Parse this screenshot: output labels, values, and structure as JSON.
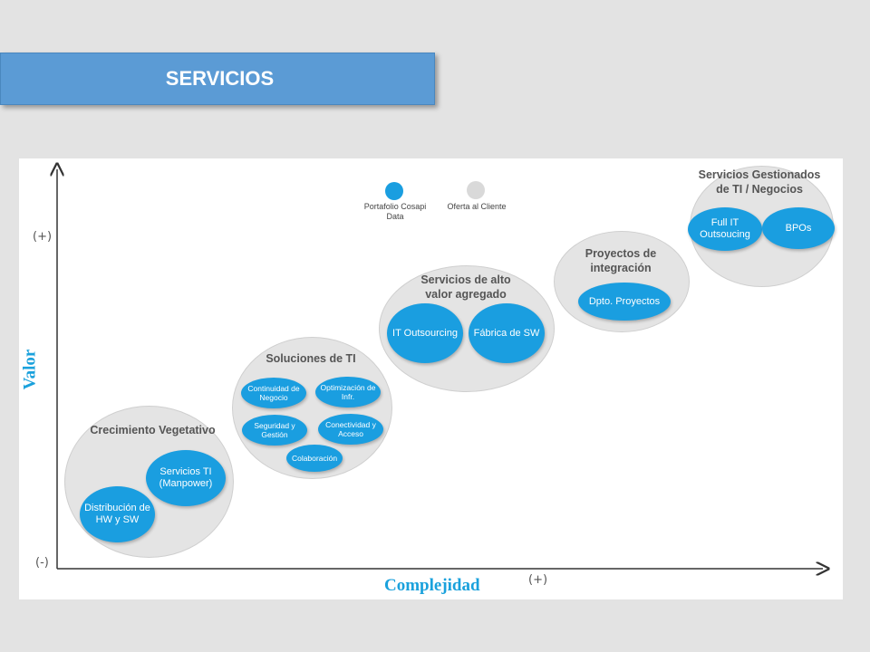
{
  "header": {
    "title": "SERVICIOS"
  },
  "axes": {
    "y_label": "Valor",
    "x_label": "Complejidad",
    "y_high": "(+)",
    "y_low": "(-)",
    "x_high": "(+)"
  },
  "legend": {
    "portfolio": {
      "label": "Portafolio Cosapi Data",
      "color": "#1a9ee0"
    },
    "client": {
      "label": "Oferta al Cliente",
      "color": "#d9d9d9"
    }
  },
  "groups": {
    "crecimiento": {
      "title": "Crecimiento Vegetativo",
      "services": [
        "Servicios TI (Manpower)",
        "Distribución de HW y SW"
      ]
    },
    "soluciones": {
      "title": "Soluciones de TI",
      "services": [
        "Continuidad de Negocio",
        "Optimización de Infr.",
        "Seguridad y Gestión",
        "Conectividad y Acceso",
        "Colaboración"
      ]
    },
    "alto_valor": {
      "title": "Servicios de alto valor agregado",
      "services": [
        "IT Outsourcing",
        "Fábrica de SW"
      ]
    },
    "proyectos": {
      "title": "Proyectos de integración",
      "services": [
        "Dpto. Proyectos"
      ]
    },
    "gestionados": {
      "title": "Servicios Gestionados de TI / Negocios",
      "services": [
        "Full IT Outsoucing",
        "BPOs"
      ]
    }
  }
}
